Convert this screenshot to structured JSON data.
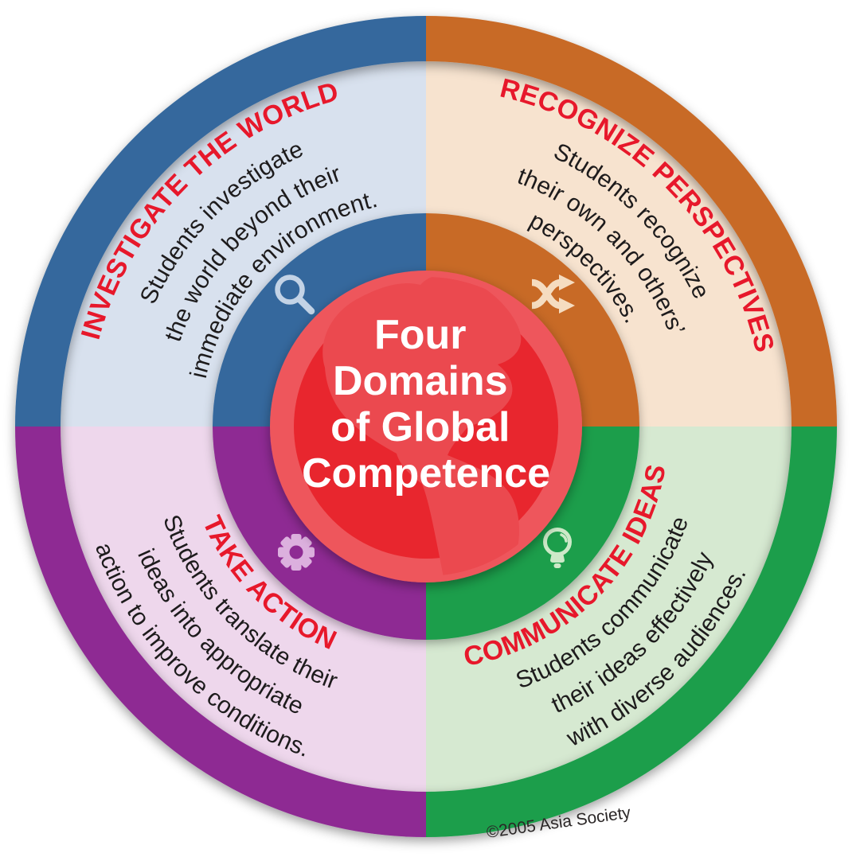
{
  "title": {
    "lines": [
      "Four",
      "Domains",
      "of Global",
      "Competence"
    ]
  },
  "quadrants": [
    {
      "id": "investigate-the-world",
      "heading": "INVESTIGATE THE WORLD",
      "lines": [
        "Students investigate",
        "the world beyond their",
        "immediate environment."
      ],
      "color": "#34689d",
      "light_color": "#d8e1ee",
      "icon": "magnifying-glass",
      "icon_color": "#c3d3e6"
    },
    {
      "id": "recognize-perspectives",
      "heading": "RECOGNIZE PERSPECTIVES",
      "lines": [
        "Students recognize",
        "their own and others’",
        "perspectives."
      ],
      "color": "#c86a28",
      "light_color": "#f7e3cf",
      "icon": "shuffle-arrows",
      "icon_color": "#f5dcc0"
    },
    {
      "id": "take-action",
      "heading": "TAKE ACTION",
      "lines": [
        "Students translate their",
        "ideas into appropriate",
        "action to improve conditions."
      ],
      "color": "#8e2b93",
      "light_color": "#eed7ec",
      "icon": "gear",
      "icon_color": "#dcb0de"
    },
    {
      "id": "communicate-ideas",
      "heading": "COMMUNICATE IDEAS",
      "lines": [
        "Students communicate",
        "their ideas effectively",
        "with diverse audiences."
      ],
      "color": "#1b9e4b",
      "light_color": "#d6e9d1",
      "icon": "lightbulb",
      "icon_color": "#cde9c8"
    }
  ],
  "colors": {
    "heading_red": "#e7182b",
    "body_text": "#1d1b1c",
    "center_red": "#e8262d",
    "center_red_light": "#ee575c",
    "globe_land": "#eb4950",
    "center_text": "#ffffff",
    "copyright_text": "#2b2727",
    "background": "#ffffff"
  },
  "copyright": "©2005 Asia Society"
}
